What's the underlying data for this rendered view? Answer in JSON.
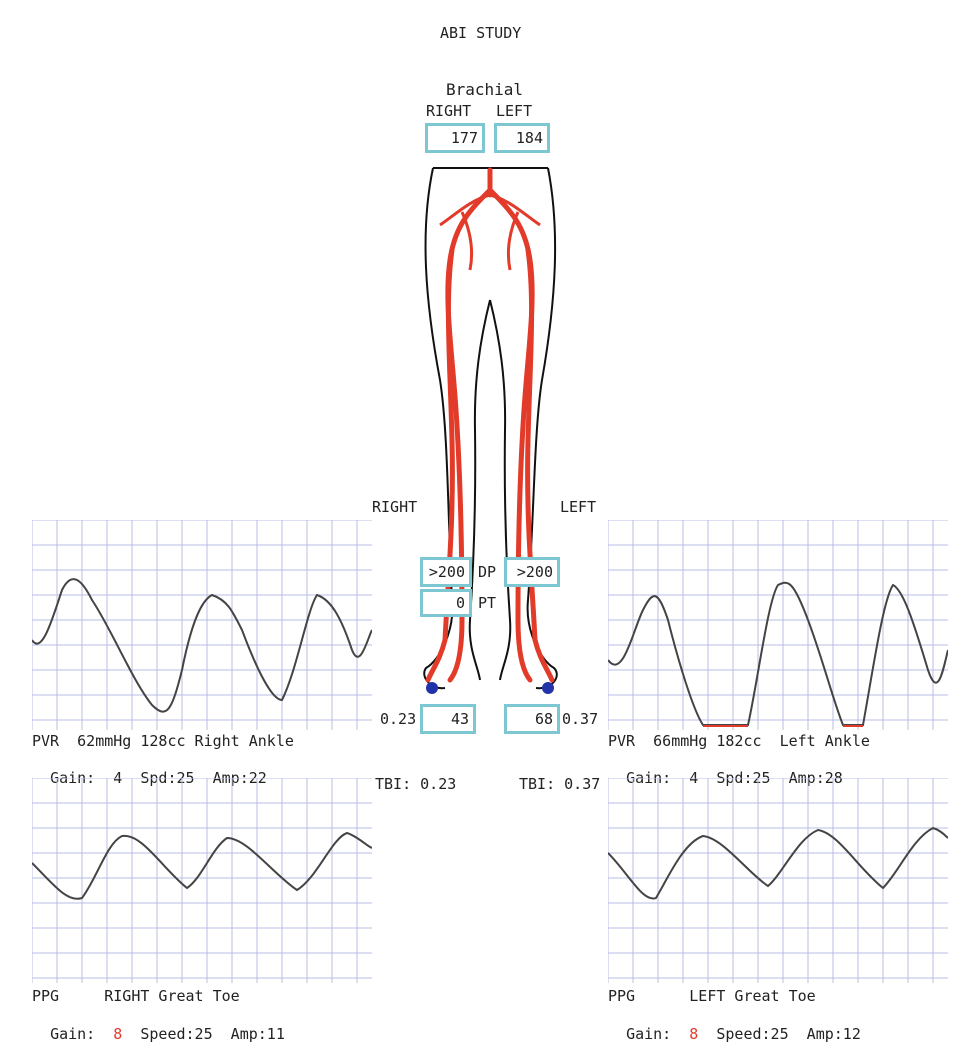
{
  "title": "ABI STUDY",
  "brachial": {
    "label": "Brachial",
    "right_label": "RIGHT",
    "left_label": "LEFT",
    "right_value": "177",
    "left_value": "184"
  },
  "side_labels": {
    "right": "RIGHT",
    "left": "LEFT"
  },
  "pressures": {
    "dp_label": "DP",
    "pt_label": "PT",
    "right_dp": ">200",
    "left_dp": ">200",
    "right_pt": "0"
  },
  "toe": {
    "right_value": "43",
    "left_value": "68",
    "right_index": "0.23",
    "left_index": "0.37"
  },
  "tbi": {
    "right": "TBI: 0.23",
    "left": "TBI: 0.37"
  },
  "panels": {
    "right_ankle": {
      "line1": "PVR  62mmHg 128cc Right Ankle",
      "line2_prefix": "Gain:  ",
      "gain": "4",
      "line2_suffix": "  Spd:25  Amp:22"
    },
    "left_ankle": {
      "line1": "PVR  66mmHg 182cc  Left Ankle",
      "line2_prefix": "Gain:  ",
      "gain": "4",
      "line2_suffix": "  Spd:25  Amp:28"
    },
    "right_toe": {
      "line1": "PPG     RIGHT Great Toe",
      "line2_prefix": "Gain:  ",
      "gain": "8",
      "line2_suffix": "  Speed:25  Amp:11"
    },
    "left_toe": {
      "line1": "PPG      LEFT Great Toe",
      "line2_prefix": "Gain:  ",
      "gain": "8",
      "line2_suffix": "  Speed:25  Amp:12"
    }
  },
  "colors": {
    "artery": "#e23b2a",
    "box_border": "#7cc7d2",
    "grid": "#b9bde3",
    "trace": "#444444"
  }
}
